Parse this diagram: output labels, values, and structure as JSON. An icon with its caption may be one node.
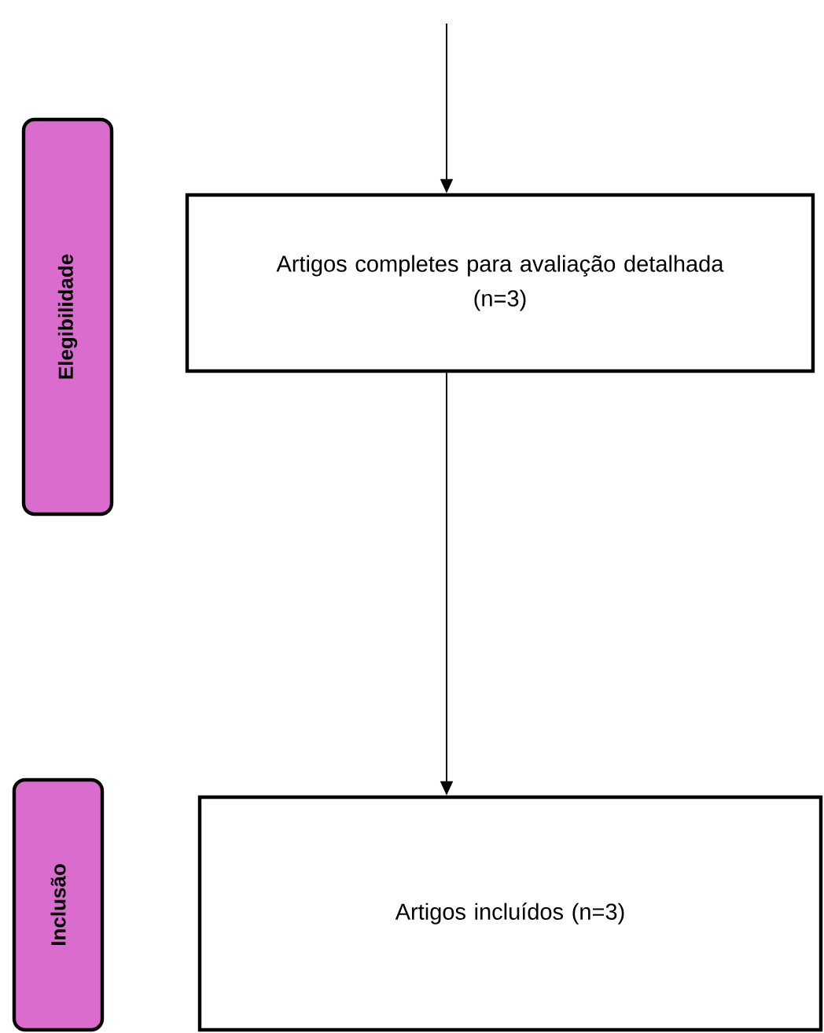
{
  "diagram": {
    "nodes": [
      {
        "text": [
          "Elegibilidade"
        ]
      },
      {
        "text": [
          "Artigos completes para avaliação detalhada (n=3)"
        ]
      },
      {
        "text": [
          "Inclusão"
        ]
      },
      {
        "text": [
          "Artigos incluídos (n=3)"
        ]
      }
    ],
    "edges": [
      {
        "from": null,
        "to": 1,
        "arrow": "to"
      },
      {
        "from": 1,
        "to": 3,
        "arrow": "to"
      }
    ]
  }
}
